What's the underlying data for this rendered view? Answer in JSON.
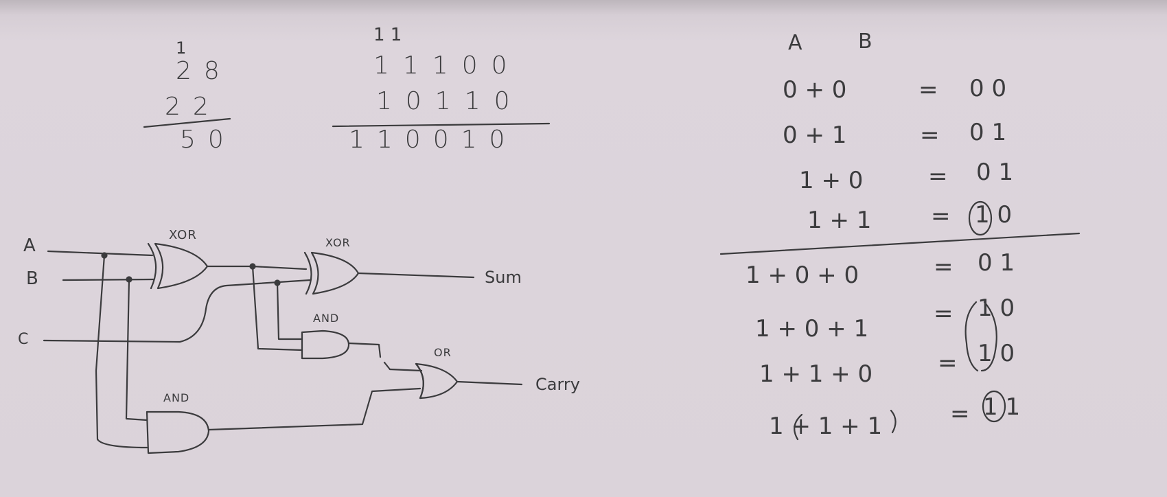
{
  "decimal_sum": {
    "carry": "1",
    "addend_1": "28",
    "addend_2": "22",
    "result": "50"
  },
  "binary_sum": {
    "carry": "1 1",
    "addend_1": "11100",
    "addend_2": "10110",
    "result": "110010"
  },
  "circuit": {
    "input_a": "A",
    "input_b": "B",
    "input_c": "C",
    "gate_xor_1": "XOR",
    "gate_xor_2": "XOR",
    "gate_and_1": "AND",
    "gate_and_2": "AND",
    "gate_or": "OR",
    "output_sum": "Sum",
    "output_carry": "Carry"
  },
  "truth_table": {
    "header_a": "A",
    "header_b": "B",
    "two_input_rows": [
      {
        "expr": "0 + 0",
        "eq": "=",
        "result": "0 0"
      },
      {
        "expr": "0 + 1",
        "eq": "=",
        "result": "0 1"
      },
      {
        "expr": "1 + 0",
        "eq": "=",
        "result": "0 1"
      },
      {
        "expr": "1 + 1",
        "eq": "=",
        "result": "1 0"
      }
    ],
    "three_input_rows": [
      {
        "expr": "1 + 0 + 0",
        "eq": "=",
        "result": "0 1"
      },
      {
        "expr": "1 + 0 + 1",
        "eq": "=",
        "result": "1 0"
      },
      {
        "expr": "1 + 1 + 0",
        "eq": "=",
        "result": "1 0"
      },
      {
        "expr": "1 + 1 + 1",
        "eq": "=",
        "result": "1 1"
      }
    ]
  }
}
